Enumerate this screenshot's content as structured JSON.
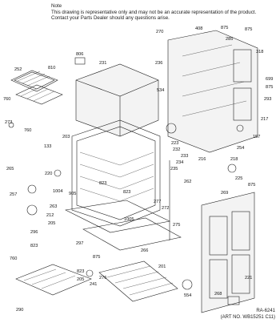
{
  "note": {
    "title": "Note",
    "line1": "This drawing is representative only and may not be an accurate representation of the product.",
    "line2": "Contact your Parts Dealer should any questions arise."
  },
  "footer": {
    "ra": "RA-6241",
    "art_no": "(ART NO. WB15251 C11)"
  },
  "callouts": [
    {
      "label": "252"
    },
    {
      "label": "810"
    },
    {
      "label": "806"
    },
    {
      "label": "231"
    },
    {
      "label": "270"
    },
    {
      "label": "408"
    },
    {
      "label": "875"
    },
    {
      "label": "875"
    },
    {
      "label": "285"
    },
    {
      "label": "318"
    },
    {
      "label": "760"
    },
    {
      "label": "236"
    },
    {
      "label": "699"
    },
    {
      "label": "875"
    },
    {
      "label": "534"
    },
    {
      "label": "293"
    },
    {
      "label": "217"
    },
    {
      "label": "273"
    },
    {
      "label": "760"
    },
    {
      "label": "203"
    },
    {
      "label": "157"
    },
    {
      "label": "254"
    },
    {
      "label": "133"
    },
    {
      "label": "223"
    },
    {
      "label": "232"
    },
    {
      "label": "233"
    },
    {
      "label": "235"
    },
    {
      "label": "216"
    },
    {
      "label": "218"
    },
    {
      "label": "265"
    },
    {
      "label": "220"
    },
    {
      "label": "234"
    },
    {
      "label": "269"
    },
    {
      "label": "225"
    },
    {
      "label": "257"
    },
    {
      "label": "262"
    },
    {
      "label": "875"
    },
    {
      "label": "1004"
    },
    {
      "label": "905"
    },
    {
      "label": "823"
    },
    {
      "label": "272"
    },
    {
      "label": "277"
    },
    {
      "label": "823"
    },
    {
      "label": "263"
    },
    {
      "label": "212"
    },
    {
      "label": "205"
    },
    {
      "label": "1005"
    },
    {
      "label": "296"
    },
    {
      "label": "297"
    },
    {
      "label": "275"
    },
    {
      "label": "760"
    },
    {
      "label": "266"
    },
    {
      "label": "823"
    },
    {
      "label": "875"
    },
    {
      "label": "201"
    },
    {
      "label": "823"
    },
    {
      "label": "221"
    },
    {
      "label": "205"
    },
    {
      "label": "290"
    },
    {
      "label": "241"
    },
    {
      "label": "554"
    },
    {
      "label": "268"
    },
    {
      "label": "276"
    }
  ]
}
